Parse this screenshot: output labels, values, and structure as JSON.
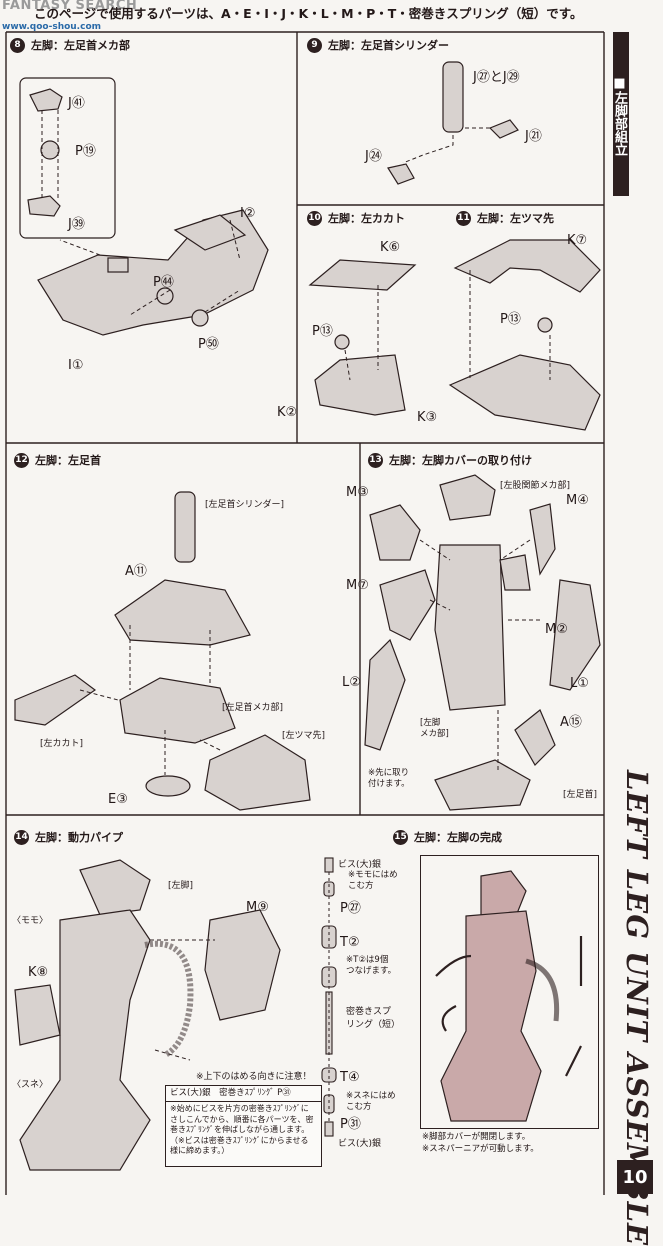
{
  "watermark": {
    "top": "FANTASY SEARCH",
    "bottom": "www.qoo-shou.com"
  },
  "header": "このページで使用するパーツは、A・E・I・J・K・L・M・P・T・密巻きスプリング（短）です。",
  "sidebar_title": "■左脚部組立",
  "side_english": "LEFT LEG UNIT ASSEMBLE",
  "page_number": "10",
  "steps": {
    "s8": {
      "num": "8",
      "title": "左脚：左足首メカ部",
      "labels": {
        "j41": "J㊶",
        "p19": "P⑲",
        "j39": "J㊴",
        "i2": "I②",
        "p44": "P㊹",
        "p50": "P㊿",
        "i1": "I①"
      }
    },
    "s9": {
      "num": "9",
      "title": "左脚：左足首シリンダー",
      "labels": {
        "j27j29": "J㉗とJ㉙",
        "j21": "J㉑",
        "j24": "J㉔"
      }
    },
    "s10": {
      "num": "10",
      "title": "左脚：左カカト",
      "labels": {
        "k6": "K⑥",
        "p13": "P⑬",
        "k2": "K②"
      }
    },
    "s11": {
      "num": "11",
      "title": "左脚：左ツマ先",
      "labels": {
        "k7": "K⑦",
        "p13": "P⑬",
        "k3": "K③"
      }
    },
    "s12": {
      "num": "12",
      "title": "左脚：左足首",
      "labels": {
        "cylinder": "[左足首シリンダー]",
        "a11": "A⑪",
        "mech": "[左足首メカ部]",
        "heel": "[左カカト]",
        "toe": "[左ツマ先]",
        "e3": "E③"
      }
    },
    "s13": {
      "num": "13",
      "title": "左脚：左脚カバーの取り付け",
      "labels": {
        "m3": "M③",
        "hip": "[左股関節メカ部]",
        "m4": "M④",
        "m7": "M⑦",
        "m2": "M②",
        "l2": "L②",
        "l1": "L①",
        "a15": "A⑮",
        "legmech": "[左脚\nメカ部]",
        "note": "※先に取り\n付けます。",
        "ankle": "[左足首]"
      }
    },
    "s14": {
      "num": "14",
      "title": "左脚：動力パイプ",
      "labels": {
        "leg": "[左脚]",
        "momo": "〈モモ〉",
        "m9": "M⑨",
        "k8": "K⑧",
        "sune": "〈スネ〉",
        "orient": "※上下のはめる向きに注意！"
      }
    },
    "s15": {
      "num": "15",
      "title": "左脚：左脚の完成",
      "notes": [
        "※脚部カバーが開閉します。",
        "※スネパーニアが可動します。"
      ]
    }
  },
  "pipe_column": {
    "screw_top": "ビス(大)銀",
    "momo_note": "※モモにはめ\nこむ方",
    "p27": "P㉗",
    "t2": "T②",
    "t2_note": "※T②は9個\nつなげます。",
    "spring": "密巻きスプ\nリング（短）",
    "t4": "T④",
    "sune_note": "※スネにはめ\nこむ方",
    "p51": "P㉛",
    "screw_bottom": "ビス(大)銀"
  },
  "spring_note": {
    "row": "ビス(大)銀　密巻きｽﾌﾟﾘﾝｸﾞ  P㉛",
    "text": "※始めにビスを片方の密巻きｽﾌﾟﾘﾝｸﾞに\nさしこんでから、順番に各パーツを、密\n巻きｽﾌﾟﾘﾝｸﾞを伸ばしながら通します。\n（※ビスは密巻きｽﾌﾟﾘﾝｸﾞにからませる\n様に締めます。）"
  },
  "colors": {
    "ink": "#2d2020",
    "paper": "#f7f5f2",
    "part": "#cdc7c4"
  }
}
